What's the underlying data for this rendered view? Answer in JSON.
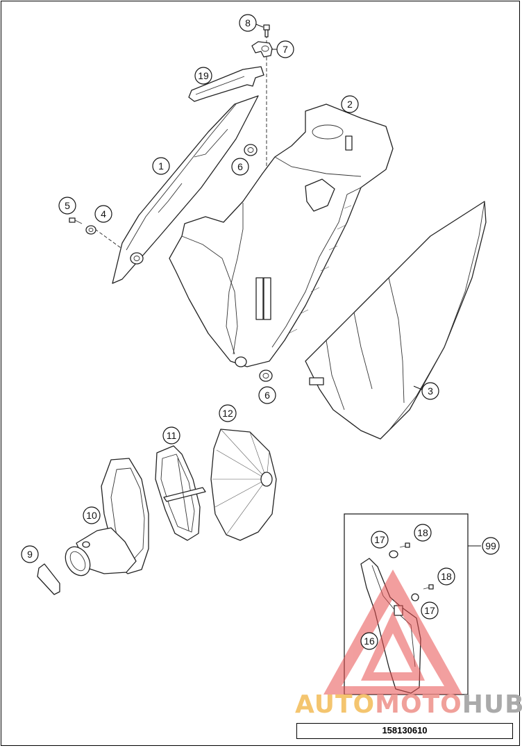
{
  "drawing_number": "158130610",
  "watermark": {
    "part1": "AUTO",
    "part2": "MOTO",
    "part3": "HUB"
  },
  "callouts": {
    "c1": "1",
    "c2": "2",
    "c3": "3",
    "c4": "4",
    "c5": "5",
    "c6a": "6",
    "c6b": "6",
    "c7": "7",
    "c8": "8",
    "c9": "9",
    "c10": "10",
    "c11": "11",
    "c12": "12",
    "c16": "16",
    "c17a": "17",
    "c17b": "17",
    "c18a": "18",
    "c18b": "18",
    "c19": "19",
    "c99": "99"
  },
  "colors": {
    "line": "#222222",
    "watermark_triangle": "#e85050"
  }
}
